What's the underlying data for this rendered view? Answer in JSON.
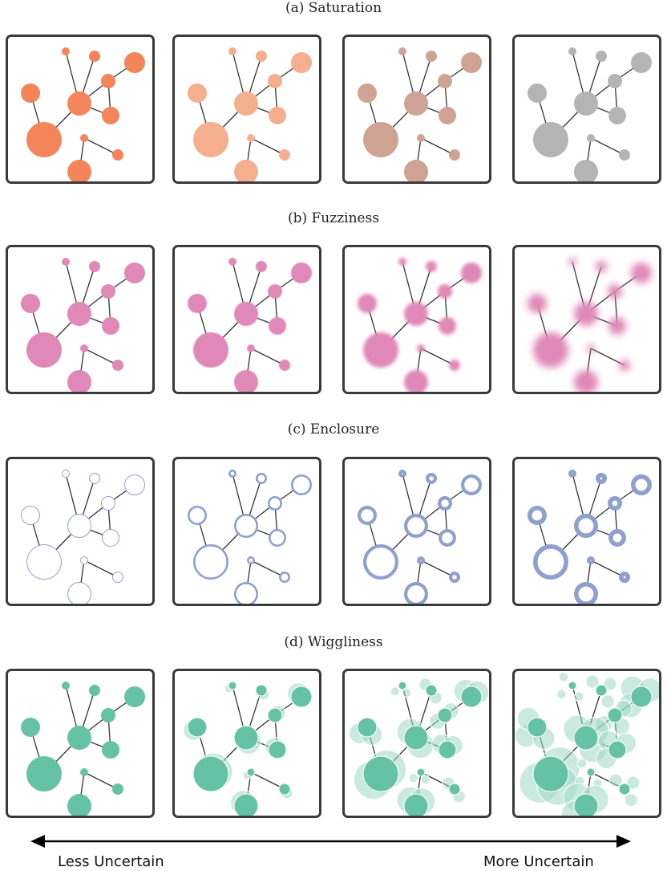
{
  "sections": [
    {
      "title": "(a) Saturation",
      "style": "saturation",
      "colors": [
        "#f4845a",
        "#f5ae8e",
        "#cfa394",
        "#b4b4b4"
      ]
    },
    {
      "title": "(b) Fuzziness",
      "style": "fuzziness",
      "color": "#e088b8",
      "blur": [
        0,
        0.6,
        2.2,
        4.5
      ]
    },
    {
      "title": "(c) Enclosure",
      "style": "enclosure",
      "color": "#8fa0cf",
      "stroke": [
        1,
        2.6,
        4.2,
        5.6
      ]
    },
    {
      "title": "(d) Wiggliness",
      "style": "wiggliness",
      "color": "#66c2a5",
      "ghost_color": "#9fd9c4"
    }
  ],
  "graph": {
    "nodes": [
      {
        "id": "a",
        "r": 5
      },
      {
        "id": "b",
        "r": 7
      },
      {
        "id": "c",
        "r": 13
      },
      {
        "id": "d",
        "r": 9
      },
      {
        "id": "e",
        "r": 12
      },
      {
        "id": "f",
        "r": 15
      },
      {
        "id": "g",
        "r": 11
      },
      {
        "id": "h",
        "r": 22
      },
      {
        "id": "i",
        "r": 5
      },
      {
        "id": "j",
        "r": 7
      },
      {
        "id": "k",
        "r": 15
      }
    ],
    "edges": [
      [
        "a",
        "f"
      ],
      [
        "b",
        "f"
      ],
      [
        "c",
        "d"
      ],
      [
        "d",
        "f"
      ],
      [
        "d",
        "g"
      ],
      [
        "e",
        "h"
      ],
      [
        "f",
        "g"
      ],
      [
        "f",
        "h"
      ],
      [
        "i",
        "j"
      ],
      [
        "i",
        "k"
      ]
    ]
  },
  "axis": {
    "left_label": "Less Uncertain",
    "right_label": "More Uncertain"
  }
}
